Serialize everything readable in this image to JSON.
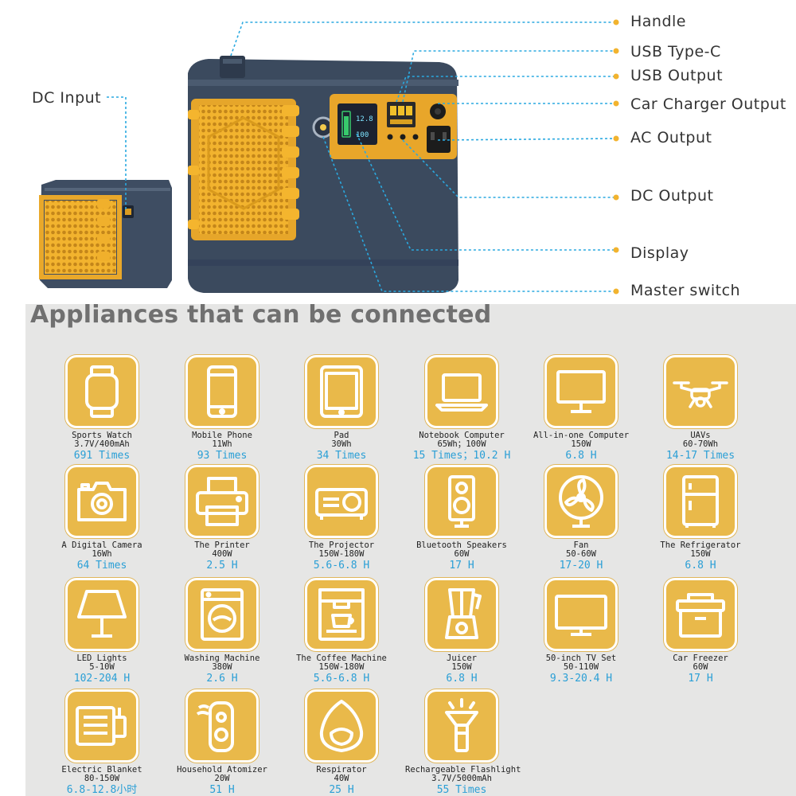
{
  "colors": {
    "accent_blue": "#2a9fd6",
    "icon_yellow": "#e9b94a",
    "body_navy": "#3b4a5e",
    "panel_gray": "#e6e6e5",
    "callout_line": "#2aa9e0"
  },
  "diagram": {
    "callouts": {
      "handle": "Handle",
      "usb_type_c": "USB Type-C",
      "usb_output": "USB Output",
      "car_charger_output": "Car Charger Output",
      "ac_output": "AC Output",
      "dc_output": "DC Output",
      "display": "Display",
      "master_switch": "Master switch",
      "dc_input": "DC Input"
    },
    "display_readouts": {
      "top": "12.8",
      "bottom": "100"
    }
  },
  "panel": {
    "title": "Appliances that can be connected",
    "items": [
      {
        "name": "Sports Watch",
        "spec": "3.7V/400mAh",
        "runtime": "691 Times",
        "icon": "watch-icon"
      },
      {
        "name": "Mobile Phone",
        "spec": "11Wh",
        "runtime": "93 Times",
        "icon": "phone-icon"
      },
      {
        "name": "Pad",
        "spec": "30Wh",
        "runtime": "34 Times",
        "icon": "tablet-icon"
      },
      {
        "name": "Notebook Computer",
        "spec": "65Wh；100W",
        "runtime": "15 Times；10.2 H",
        "icon": "laptop-icon"
      },
      {
        "name": "All-in-one Computer",
        "spec": "150W",
        "runtime": "6.8 H",
        "icon": "monitor-icon"
      },
      {
        "name": "UAVs",
        "spec": "60-70Wh",
        "runtime": "14-17 Times",
        "icon": "drone-icon"
      },
      {
        "name": "A Digital Camera",
        "spec": "16Wh",
        "runtime": "64 Times",
        "icon": "camera-icon"
      },
      {
        "name": "The Printer",
        "spec": "400W",
        "runtime": "2.5 H",
        "icon": "printer-icon"
      },
      {
        "name": "The Projector",
        "spec": "150W-180W",
        "runtime": "5.6-6.8 H",
        "icon": "projector-icon"
      },
      {
        "name": "Bluetooth Speakers",
        "spec": "60W",
        "runtime": "17 H",
        "icon": "speaker-icon"
      },
      {
        "name": "Fan",
        "spec": "50-60W",
        "runtime": "17-20 H",
        "icon": "fan-icon"
      },
      {
        "name": "The Refrigerator",
        "spec": "150W",
        "runtime": "6.8 H",
        "icon": "fridge-icon"
      },
      {
        "name": "LED Lights",
        "spec": "5-10W",
        "runtime": "102-204 H",
        "icon": "lamp-icon"
      },
      {
        "name": "Washing Machine",
        "spec": "380W",
        "runtime": "2.6 H",
        "icon": "washer-icon"
      },
      {
        "name": "The Coffee Machine",
        "spec": "150W-180W",
        "runtime": "5.6-6.8 H",
        "icon": "coffee-machine-icon"
      },
      {
        "name": "Juicer",
        "spec": "150W",
        "runtime": "6.8 H",
        "icon": "juicer-icon"
      },
      {
        "name": "50-inch TV Set",
        "spec": "50-110W",
        "runtime": "9.3-20.4 H",
        "icon": "tv-icon"
      },
      {
        "name": "Car Freezer",
        "spec": "60W",
        "runtime": "17 H",
        "icon": "cooler-icon"
      },
      {
        "name": "Electric Blanket",
        "spec": "80-150W",
        "runtime": "6.8-12.8小时",
        "icon": "blanket-icon"
      },
      {
        "name": "Household Atomizer",
        "spec": "20W",
        "runtime": "51 H",
        "icon": "atomizer-icon"
      },
      {
        "name": "Respirator",
        "spec": "40W",
        "runtime": "25 H",
        "icon": "respirator-icon"
      },
      {
        "name": "Rechargeable Flashlight",
        "spec": "3.7V/5000mAh",
        "runtime": "55 Times",
        "icon": "flashlight-icon"
      }
    ]
  }
}
